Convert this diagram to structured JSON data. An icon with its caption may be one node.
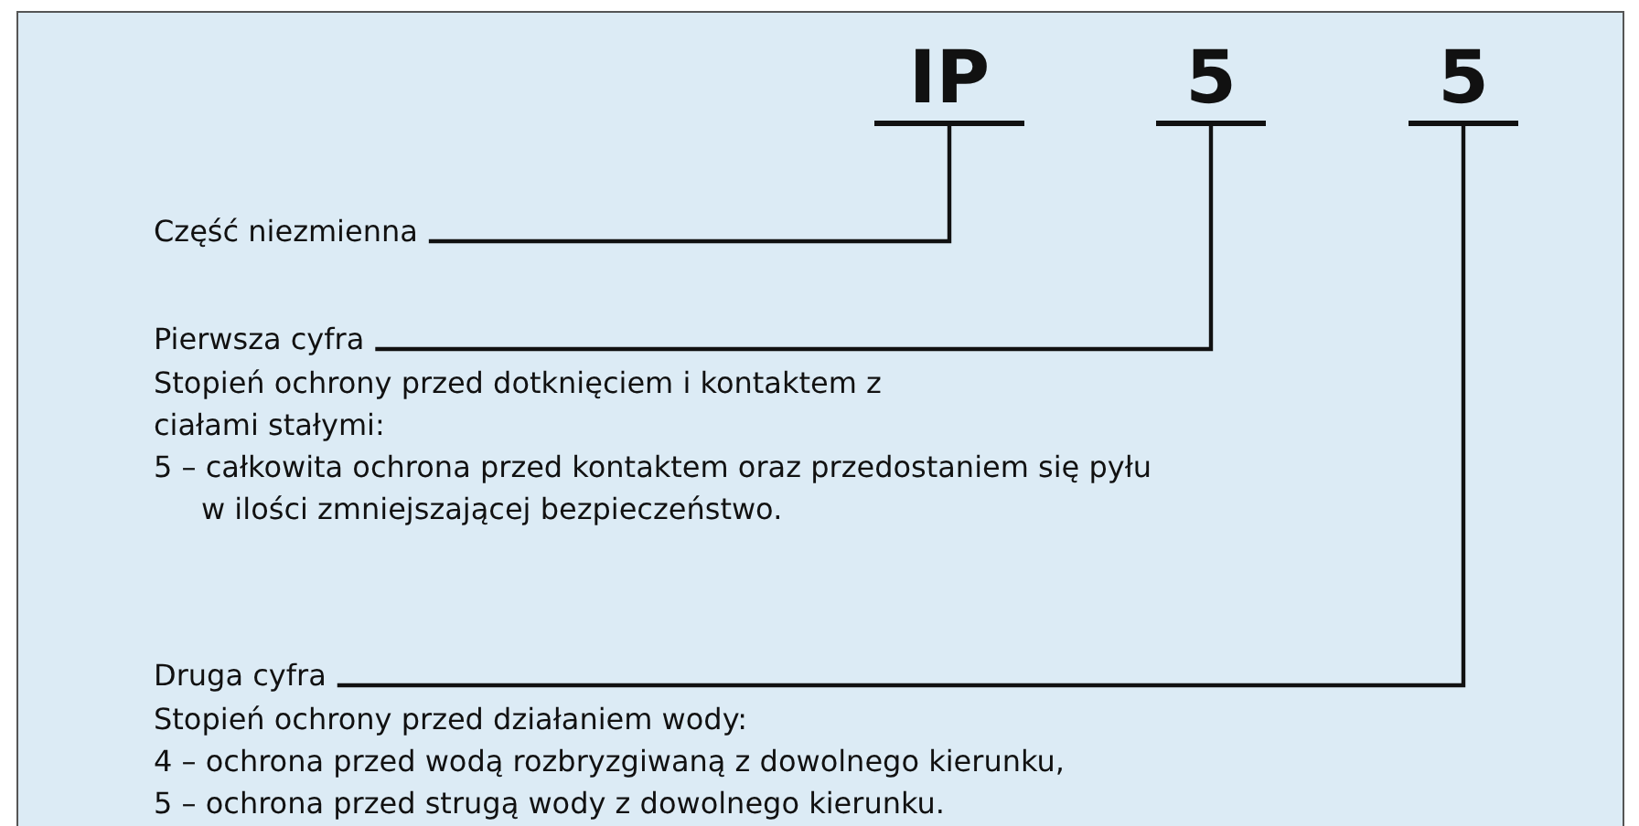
{
  "diagram": {
    "nodes": [
      {
        "text": [
          "IP"
        ]
      },
      {
        "text": [
          "5"
        ]
      },
      {
        "text": [
          "5"
        ]
      },
      {
        "text": [
          "Część niezmienna"
        ]
      },
      {
        "text": [
          "Pierwsza cyfra"
        ]
      },
      {
        "text": [
          "Druga cyfra"
        ]
      }
    ],
    "edges": [
      {
        "from": 3,
        "to": 0,
        "arrow": "none"
      },
      {
        "from": 4,
        "to": 1,
        "arrow": "none"
      },
      {
        "from": 5,
        "to": 2,
        "arrow": "none"
      }
    ],
    "labels": [
      "Stopień ochrony przed dotknięciem i kontaktem z ciałami stałymi:",
      "5 – całkowita ochrona przed kontaktem oraz przedostaniem się pyłu w ilości zmniejszającej bezpieczeństwo.",
      "Stopień ochrony przed działaniem wody:",
      "4 – ochrona przed wodą rozbryzgiwaną z dowolnego kierunku,",
      "5 – ochrona przed strugą wody z dowolnego kierunku."
    ]
  }
}
